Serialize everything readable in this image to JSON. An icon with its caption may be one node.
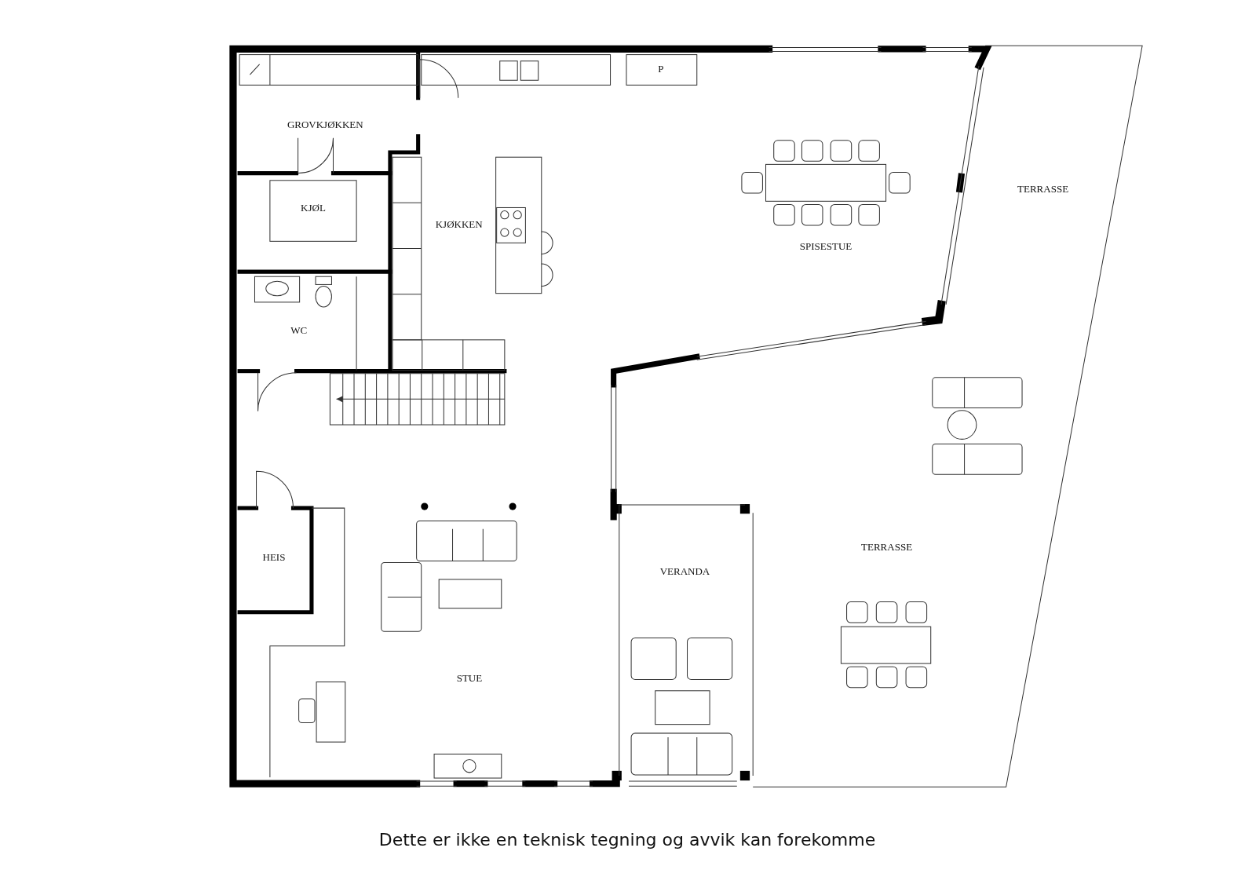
{
  "diagram": {
    "caption": "Dette er ikke en teknisk tegning og avvik kan forekomme",
    "labels": [
      "P",
      "GROVKJØKKEN",
      "KJØL",
      "KJØKKEN",
      "SPISESTUE",
      "TERRASSE",
      "WC",
      "VERANDA",
      "TERRASSE",
      "HEIS",
      "STUE"
    ]
  }
}
